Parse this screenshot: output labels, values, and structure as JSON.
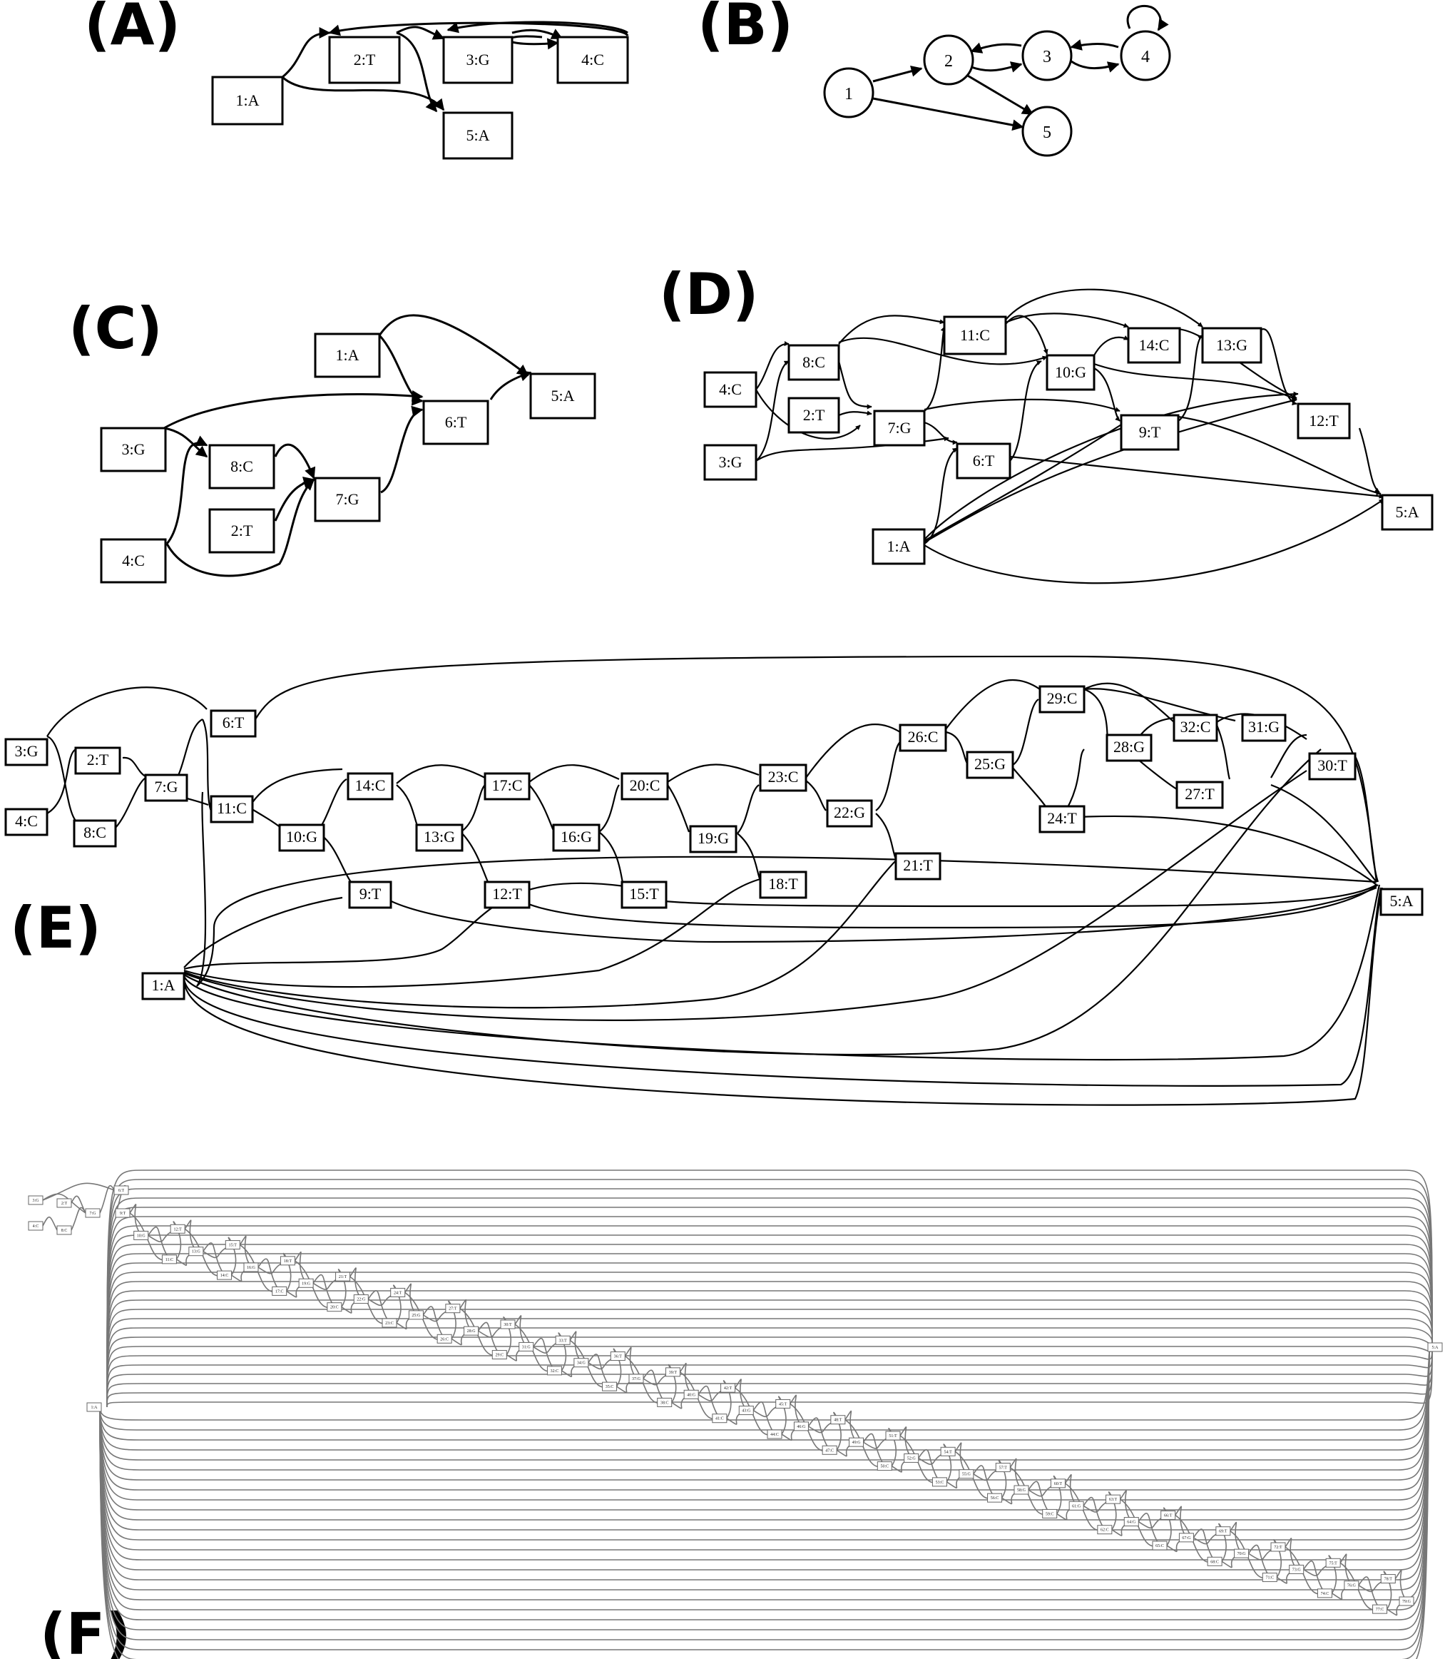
{
  "panel_labels": [
    "(A)",
    "(B)",
    "(C)",
    "(D)",
    "(E)",
    "(F)"
  ],
  "panelA": {
    "nodes": [
      "1:A",
      "2:T",
      "3:G",
      "4:C",
      "5:A"
    ]
  },
  "panelB": {
    "nodes": [
      "1",
      "2",
      "3",
      "4",
      "5"
    ]
  },
  "panelC": {
    "nodes": [
      "1:A",
      "5:A",
      "6:T",
      "3:G",
      "8:C",
      "7:G",
      "2:T",
      "4:C"
    ]
  },
  "panelD": {
    "nodes": [
      "11:C",
      "14:C",
      "13:G",
      "8:C",
      "10:G",
      "4:C",
      "2:T",
      "7:G",
      "9:T",
      "12:T",
      "6:T",
      "3:G",
      "5:A",
      "1:A"
    ]
  },
  "panelE": {
    "nodes": [
      "29:C",
      "26:C",
      "32:C",
      "31:G",
      "28:G",
      "6:T",
      "3:G",
      "2:T",
      "25:G",
      "30:T",
      "23:C",
      "14:C",
      "17:C",
      "20:C",
      "7:G",
      "27:T",
      "22:G",
      "11:C",
      "24:T",
      "4:C",
      "8:C",
      "10:G",
      "13:G",
      "16:G",
      "19:G",
      "21:T",
      "18:T",
      "9:T",
      "12:T",
      "15:T",
      "5:A",
      "1:A"
    ]
  },
  "panelF": {
    "node_count": 79,
    "nodes": [
      "1:A",
      "2:T",
      "3:G",
      "4:C",
      "5:A",
      "6:T",
      "7:G",
      "8:C",
      "9:T",
      "10:G",
      "11:C",
      "12:T",
      "13:G",
      "14:C",
      "15:T",
      "16:G",
      "17:C",
      "18:T",
      "19:G",
      "20:C",
      "21:T",
      "22:G",
      "23:C",
      "24:T",
      "25:G",
      "26:C",
      "27:T",
      "28:G",
      "29:C",
      "30:T",
      "31:G",
      "32:C",
      "33:T",
      "34:G",
      "35:C",
      "36:T",
      "37:G",
      "38:C",
      "39:T",
      "40:G",
      "41:C",
      "42:T",
      "43:G",
      "44:C",
      "45:T",
      "46:G",
      "47:C",
      "48:T",
      "49:G",
      "50:C",
      "51:T",
      "52:G",
      "53:C",
      "54:T",
      "55:G",
      "56:C",
      "57:T",
      "58:G",
      "59:C",
      "60:T",
      "61:G",
      "62:C",
      "63:T",
      "64:G",
      "65:C",
      "66:T",
      "67:G",
      "68:C",
      "69:T",
      "70:G",
      "71:C",
      "72:T",
      "73:G",
      "74:C",
      "75:T",
      "76:G",
      "77:C",
      "78:T",
      "79:G"
    ]
  }
}
